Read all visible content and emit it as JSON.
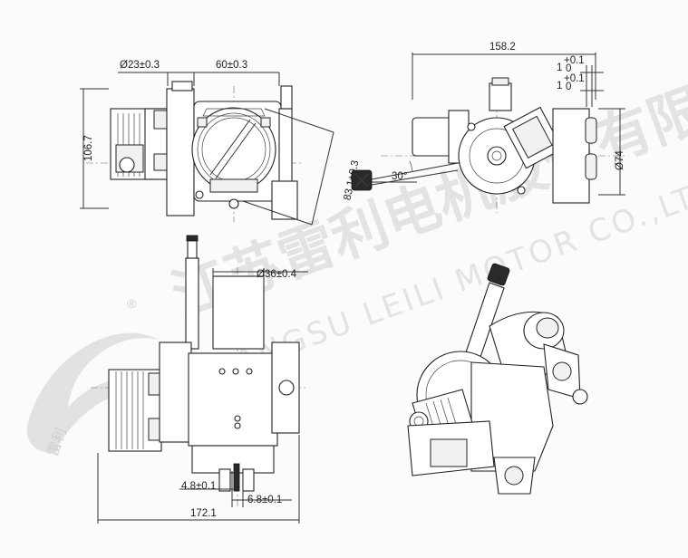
{
  "watermark": {
    "company_cn": "江苏雷利电机股份有限公司",
    "company_en": "JIANGSU LEILI MOTOR CO.,LTD.",
    "logo_script": "雷利",
    "registered_mark": "®"
  },
  "dimensions": {
    "top_left": {
      "diameter_inlet": "Ø23±0.3",
      "center_spacing": "60±0.3",
      "height": "106.7",
      "diagonal": "83.1±0.3"
    },
    "top_right": {
      "length": "158.2",
      "tol_1": "1",
      "tol_1_upper": "+0.1",
      "tol_1_lower": "0",
      "tol_2": "1",
      "tol_2_upper": "+0.1",
      "tol_2_lower": "0",
      "angle": "30°",
      "diameter_outlet": "Ø74"
    },
    "bottom_left": {
      "diameter_pipe": "Ø36±0.4",
      "pin_width_a": "4.8±0.1",
      "pin_width_b": "6.8±0.1",
      "total_width": "172.1"
    }
  }
}
